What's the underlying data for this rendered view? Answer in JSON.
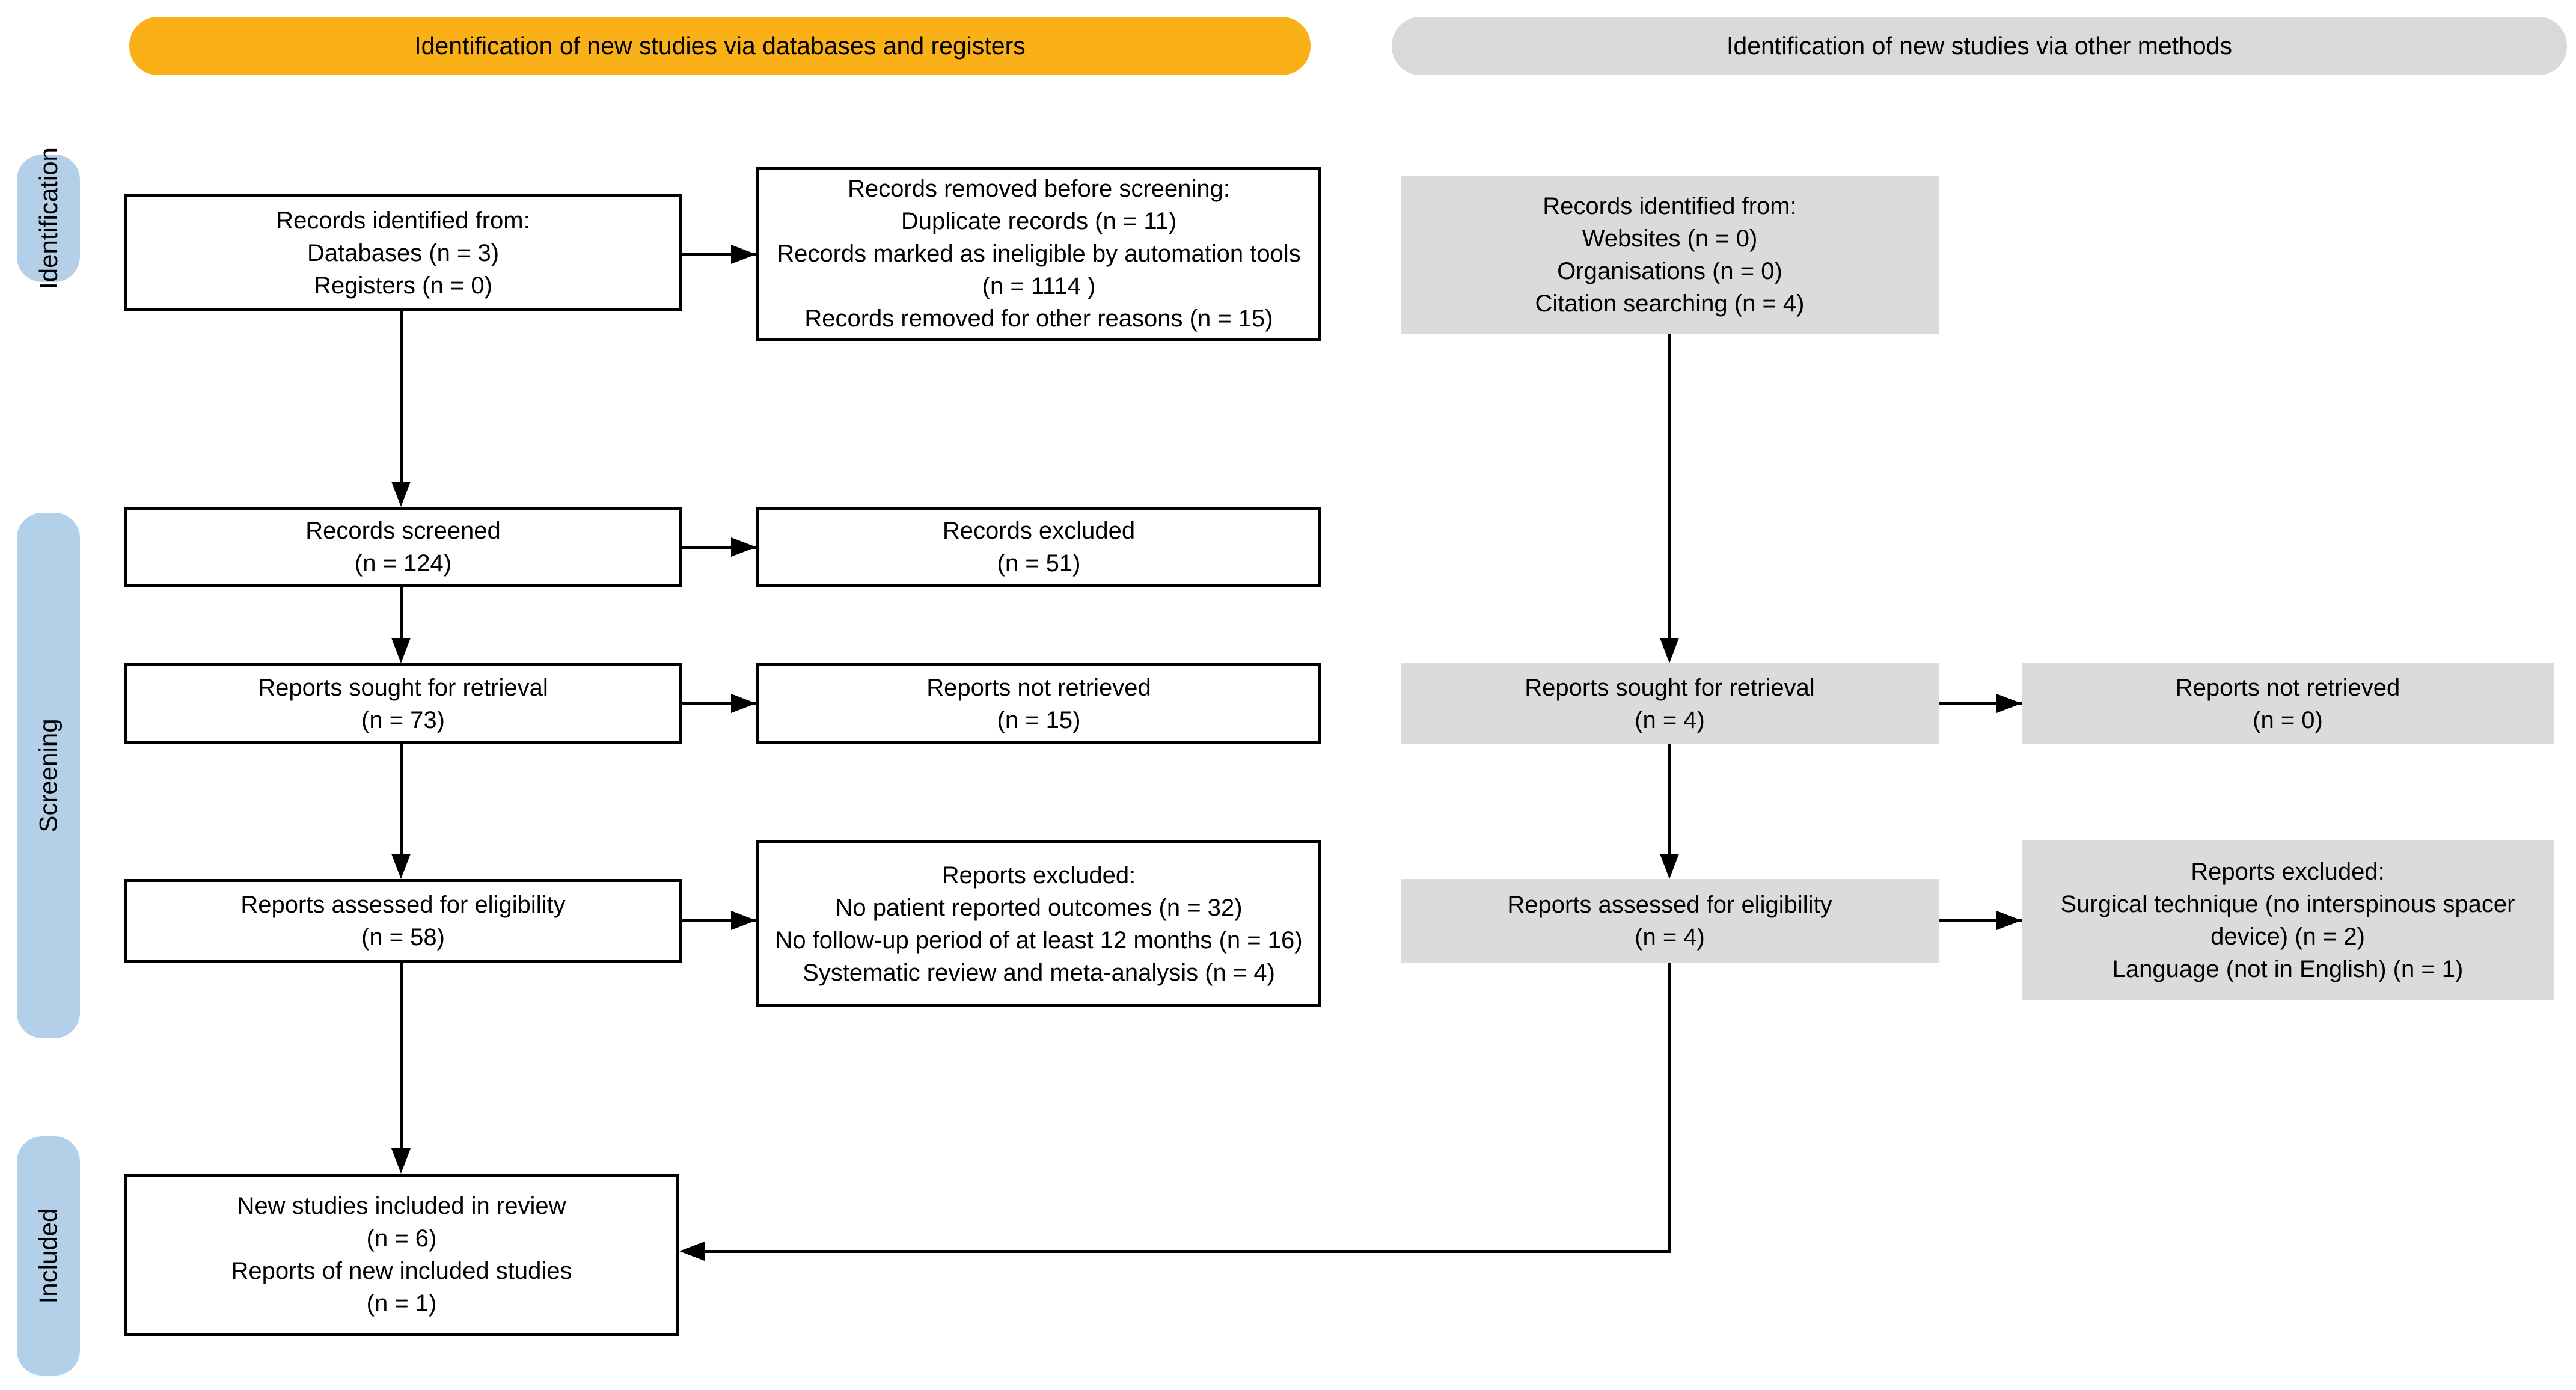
{
  "diagram": {
    "type": "prisma-flow-diagram",
    "banners": {
      "databases": "Identification of new studies via databases and registers",
      "other_methods": "Identification of new studies via other methods"
    },
    "stages": {
      "identification": "Identification",
      "screening": "Screening",
      "included": "Included"
    },
    "colors": {
      "banner_orange": "#FAB117",
      "banner_gray": "#D9D9D9",
      "stage_blue": "#B4D0E9",
      "box_gray": "#DBDBDB",
      "line_black": "#000000"
    },
    "boxes": {
      "records_identified_db": {
        "lines": [
          "Records identified from:",
          "Databases (n = 3)",
          "Registers (n = 0)"
        ]
      },
      "records_removed": {
        "lines": [
          "Records removed before screening:",
          "Duplicate records (n = 11)",
          "Records marked as ineligible by automation tools (n = 1114 )",
          "Records removed for other reasons (n = 15)"
        ]
      },
      "records_screened": {
        "lines": [
          "Records screened",
          "(n = 124)"
        ]
      },
      "records_excluded": {
        "lines": [
          "Records excluded",
          "(n = 51)"
        ]
      },
      "reports_sought_db": {
        "lines": [
          "Reports sought for retrieval",
          "(n = 73)"
        ]
      },
      "reports_not_retrieved_db": {
        "lines": [
          "Reports not retrieved",
          "(n = 15)"
        ]
      },
      "reports_assessed_db": {
        "lines": [
          "Reports assessed for eligibility",
          "(n = 58)"
        ]
      },
      "reports_excluded_db": {
        "lines": [
          "Reports excluded:",
          "No patient reported outcomes (n = 32)",
          "No follow-up period of at least 12 months (n = 16)",
          "Systematic review and meta-analysis (n = 4)"
        ]
      },
      "included_studies": {
        "lines": [
          "New studies included in review",
          "(n = 6)",
          "Reports of new included studies",
          "(n = 1)"
        ]
      },
      "records_identified_other": {
        "lines": [
          "Records identified from:",
          "Websites (n = 0)",
          "Organisations (n = 0)",
          "Citation searching (n = 4)"
        ]
      },
      "reports_sought_other": {
        "lines": [
          "Reports sought for retrieval",
          "(n = 4)"
        ]
      },
      "reports_not_retrieved_other": {
        "lines": [
          "Reports not retrieved",
          "(n = 0)"
        ]
      },
      "reports_assessed_other": {
        "lines": [
          "Reports assessed for eligibility",
          "(n = 4)"
        ]
      },
      "reports_excluded_other": {
        "lines": [
          "Reports excluded:",
          "Surgical technique (no interspinous spacer device) (n = 2)",
          "Language (not in English) (n = 1)"
        ]
      }
    }
  }
}
